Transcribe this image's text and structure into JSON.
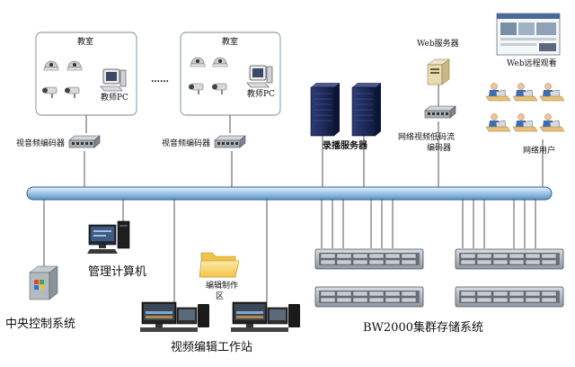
{
  "classroom_a": {
    "title": "教室",
    "pc_label": "教师PC"
  },
  "classroom_b": {
    "title": "教室",
    "pc_label": "教师PC"
  },
  "ellipsis": "……",
  "encoder_a_label": "视音频编码器",
  "encoder_b_label": "视音频编码器",
  "recording_servers_label": "录播服务器",
  "web_server_label": "Web服务器",
  "low_bitrate_encoder_label": [
    "网络视频低码流",
    "编码器"
  ],
  "web_remote_label": "Web远程观看",
  "network_users_label": "网络用户",
  "management_pc_label": "管理计算机",
  "central_control_label": "中央控制系统",
  "edit_folder_label": [
    "编辑制作",
    "区"
  ],
  "editing_workstation_label": "视频编辑工作站",
  "storage_label": "BW2000集群存储系统",
  "icons": {
    "camera": "dome-camera-icon",
    "bullet_camera": "bullet-camera-icon",
    "pc": "teacher-pc-icon",
    "switch": "encoder-icon",
    "server": "rack-server-icon",
    "storage": "storage-array-icon",
    "user": "network-user-icon",
    "folder": "folder-icon"
  },
  "colors": {
    "backbone": "#9cc3e6",
    "backbone_edge": "#2f5f8a",
    "server": "#1e2a5a",
    "panel": "#9aa6b2"
  }
}
